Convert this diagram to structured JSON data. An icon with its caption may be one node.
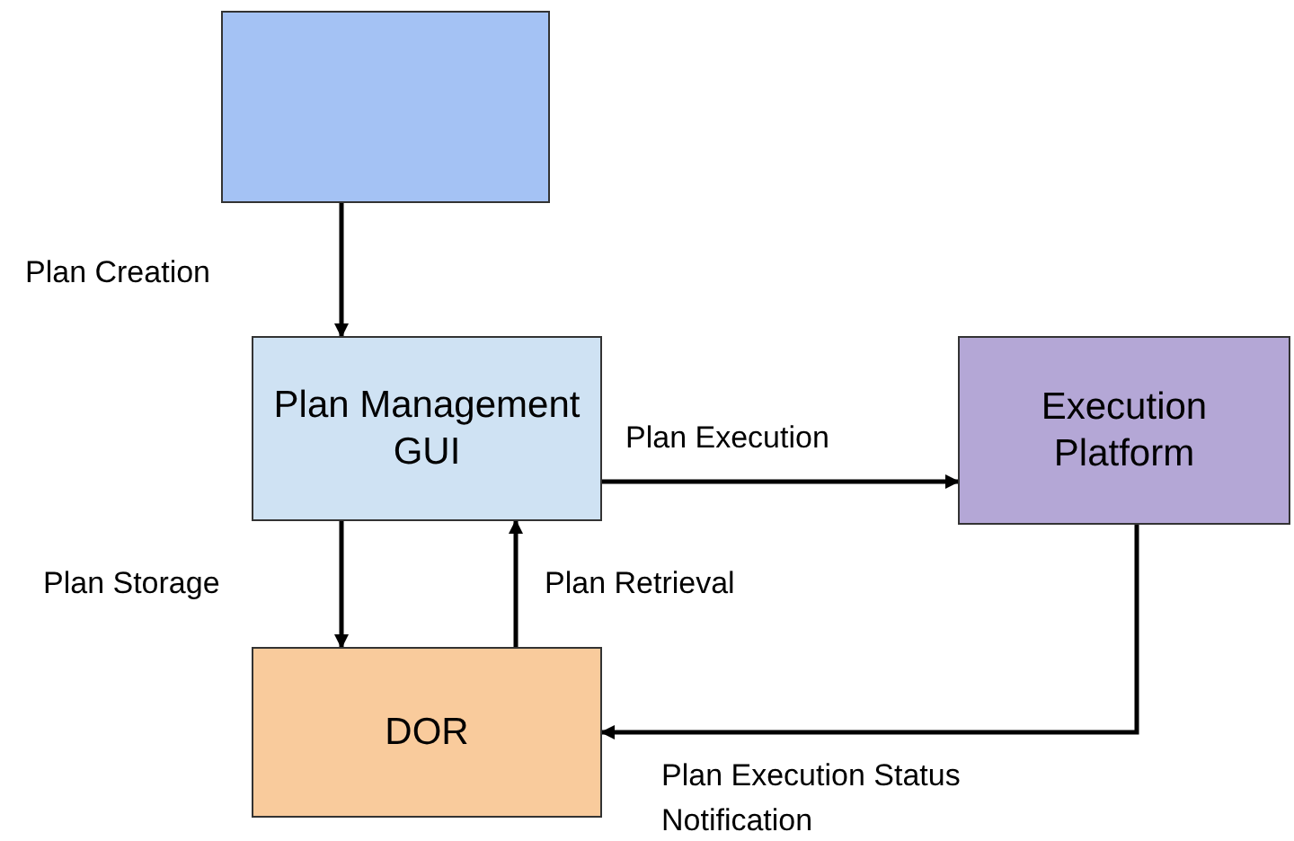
{
  "diagram": {
    "nodes": [
      {
        "text": [],
        "shape": "box"
      },
      {
        "text": [
          "Plan Management GUI"
        ]
      },
      {
        "text": [
          "Execution Platform"
        ]
      },
      {
        "text": [
          "DOR"
        ]
      }
    ],
    "edges": [
      {
        "from": 0,
        "to": 1,
        "arrow": "to",
        "label": "Plan Creation"
      },
      {
        "from": 1,
        "to": 2,
        "arrow": "to",
        "label": "Plan Execution"
      },
      {
        "from": 1,
        "to": 3,
        "arrow": "to",
        "label": "Plan Storage"
      },
      {
        "from": 3,
        "to": 1,
        "arrow": "to",
        "label": "Plan Retrieval"
      },
      {
        "from": 2,
        "to": 3,
        "arrow": "to",
        "label": "Plan Execution Status Notification"
      }
    ]
  }
}
